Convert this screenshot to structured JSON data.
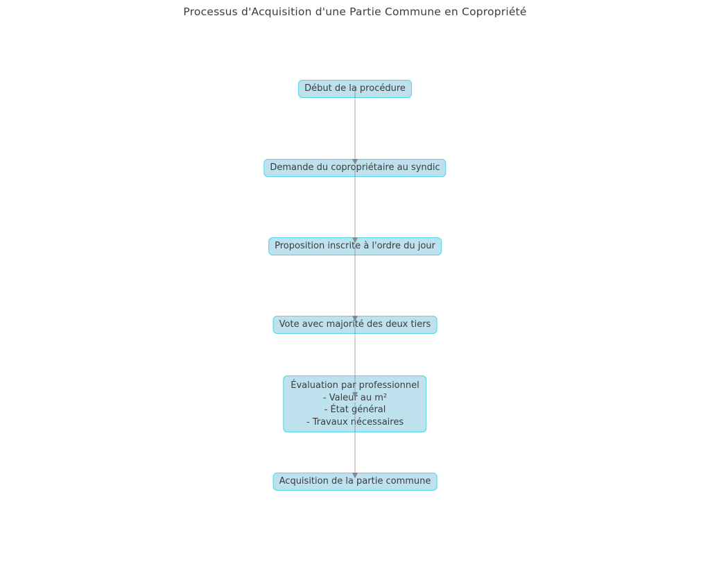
{
  "title": "Processus d'Acquisition d'une Partie Commune en Copropriété",
  "diagram": {
    "nodes": [
      {
        "id": "start",
        "label": "Début de la procédure"
      },
      {
        "id": "demande",
        "label": "Demande du copropriétaire au syndic"
      },
      {
        "id": "proposition",
        "label": "Proposition inscrite à l'ordre du jour"
      },
      {
        "id": "vote",
        "label": "Vote avec majorité des deux tiers"
      },
      {
        "id": "evaluation",
        "label": "Évaluation par professionnel\n- Valeur au m²\n- État général\n- Travaux nécessaires"
      },
      {
        "id": "acquisition",
        "label": "Acquisition de la partie commune"
      }
    ],
    "edges": [
      {
        "from": "start",
        "to": "demande"
      },
      {
        "from": "demande",
        "to": "proposition"
      },
      {
        "from": "proposition",
        "to": "vote"
      },
      {
        "from": "vote",
        "to": "evaluation"
      },
      {
        "from": "evaluation",
        "to": "acquisition"
      }
    ],
    "colors": {
      "node_fill": "#bde1ed",
      "node_border": "#4fd5e5",
      "arrow": "#7f7f7f",
      "text": "#3c3c3c"
    }
  }
}
